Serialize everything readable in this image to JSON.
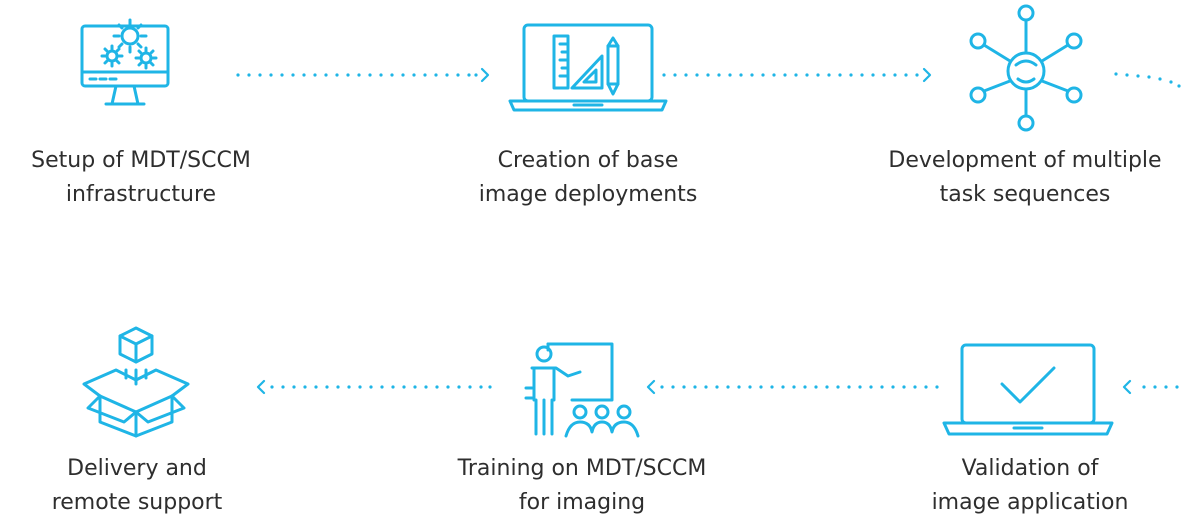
{
  "accent_color": "#1fb5e6",
  "steps": [
    {
      "id": "setup",
      "icon": "monitor-gears-icon",
      "line1": "Setup of  MDT/SCCM",
      "line2": "infrastructure"
    },
    {
      "id": "creation",
      "icon": "laptop-drafting-tools-icon",
      "line1": "Creation of base",
      "line2": "image deployments"
    },
    {
      "id": "development",
      "icon": "network-person-icon",
      "line1": "Development of multiple",
      "line2": "task sequences"
    },
    {
      "id": "validation",
      "icon": "laptop-checkmark-icon",
      "line1": "Validation of",
      "line2": "image application"
    },
    {
      "id": "training",
      "icon": "presentation-audience-icon",
      "line1": "Training on MDT/SCCM",
      "line2": "for imaging"
    },
    {
      "id": "delivery",
      "icon": "box-delivery-icon",
      "line1": "Delivery and",
      "line2": "remote support"
    }
  ]
}
